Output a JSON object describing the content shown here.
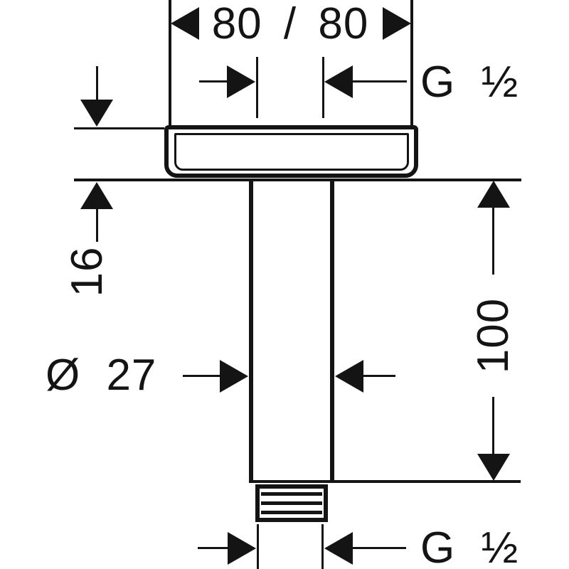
{
  "meta": {
    "description": "technical dimension drawing of a ceiling-mount shower arm connector",
    "ink_color": "#141414",
    "background_color": "#ffffff"
  },
  "drawing": {
    "labels": {
      "top_width": "80 / 80",
      "top_thread": "G ½",
      "flange_height": "16",
      "pipe_diameter": "Ø 27",
      "pipe_length": "100",
      "bottom_thread": "G ½"
    }
  }
}
